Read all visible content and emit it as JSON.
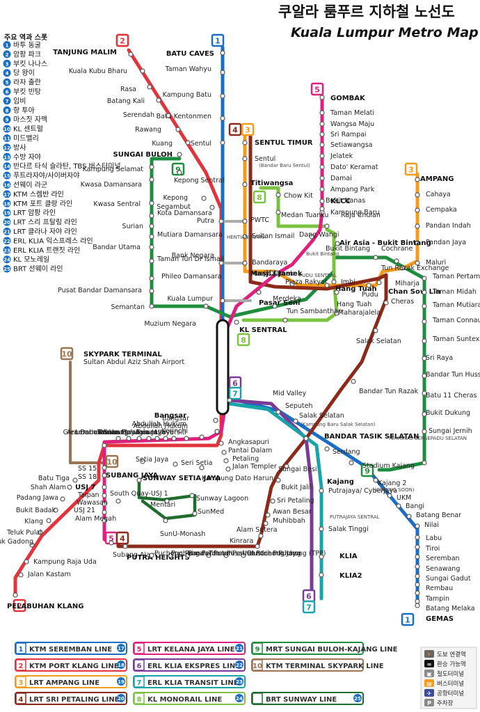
{
  "title_ko": "쿠알라 룸푸르 지하철 노선도",
  "title_en": "Kuala Lumpur Metro Map",
  "spots_title": "주요 역과 스폿",
  "spots": [
    {
      "n": "1",
      "c": "#1a6fc4",
      "t": "바투 동굴"
    },
    {
      "n": "2",
      "c": "#1a6fc4",
      "t": "암팡 파크"
    },
    {
      "n": "3",
      "c": "#1a6fc4",
      "t": "부킷 나나스"
    },
    {
      "n": "4",
      "c": "#1a6fc4",
      "t": "당 왕이"
    },
    {
      "n": "5",
      "c": "#1a6fc4",
      "t": "라자 출란"
    },
    {
      "n": "6",
      "c": "#1a6fc4",
      "t": "부킷 빈탕"
    },
    {
      "n": "7",
      "c": "#1a6fc4",
      "t": "임비"
    },
    {
      "n": "8",
      "c": "#1a6fc4",
      "t": "항 투아"
    },
    {
      "n": "9",
      "c": "#1a6fc4",
      "t": "마스짓 자멕"
    },
    {
      "n": "10",
      "c": "#1a6fc4",
      "t": "KL 센트럴"
    },
    {
      "n": "11",
      "c": "#1a6fc4",
      "t": "미드밸리"
    },
    {
      "n": "12",
      "c": "#1a6fc4",
      "t": "방사"
    },
    {
      "n": "13",
      "c": "#1a6fc4",
      "t": "수방 자야"
    },
    {
      "n": "14",
      "c": "#1a6fc4",
      "t": "반다르 타식 슬라탄, TBS 버스터미널"
    },
    {
      "n": "15",
      "c": "#1a6fc4",
      "t": "푸트라자야/사이버자야"
    },
    {
      "n": "16",
      "c": "#1a6fc4",
      "t": "선웨이 라군"
    },
    {
      "n": "17",
      "c": "#1a6fc4",
      "t": "KTM 스렘반 라인"
    },
    {
      "n": "18",
      "c": "#1a6fc4",
      "t": "KTM 포트 클랑 라인"
    },
    {
      "n": "19",
      "c": "#1a6fc4",
      "t": "LRT 암팡 라인"
    },
    {
      "n": "20",
      "c": "#1a6fc4",
      "t": "LRT 스리 프탈링 라인"
    },
    {
      "n": "21",
      "c": "#1a6fc4",
      "t": "LRT 클라나 자야 라인"
    },
    {
      "n": "22",
      "c": "#1a6fc4",
      "t": "ERL KLIA 익스프레스 라인"
    },
    {
      "n": "23",
      "c": "#1a6fc4",
      "t": "ERL KLIA 트랜짓 라인"
    },
    {
      "n": "24",
      "c": "#1a6fc4",
      "t": "KL 모노레일"
    },
    {
      "n": "25",
      "c": "#1a6fc4",
      "t": "BRT 선웨이 라인"
    }
  ],
  "lines": [
    {
      "n": "1",
      "c": "#1a6fc4",
      "name": "KTM SEREMBAN LINE",
      "ref": "17"
    },
    {
      "n": "2",
      "c": "#e2343c",
      "name": "KTM PORT KLANG LINE",
      "ref": "18"
    },
    {
      "n": "3",
      "c": "#f29b1d",
      "name": "LRT AMPANG LINE",
      "ref": "19"
    },
    {
      "n": "4",
      "c": "#8b2a1a",
      "name": "LRT SRI PETALING LINE",
      "ref": "20"
    },
    {
      "n": "5",
      "c": "#e0207e",
      "name": "LRT KELANA JAYA LINE",
      "ref": "21"
    },
    {
      "n": "6",
      "c": "#7a3b96",
      "name": "ERL KLIA EKSPRES LINE",
      "ref": "22"
    },
    {
      "n": "7",
      "c": "#1aa3a8",
      "name": "ERL KLIA TRANSIT LINE",
      "ref": "23"
    },
    {
      "n": "8",
      "c": "#7cc242",
      "name": "KL MONORAIL LINE",
      "ref": "24"
    },
    {
      "n": "9",
      "c": "#1e8e3e",
      "name": "MRT SUNGAI BULOH-KAJANG LINE",
      "ref": ""
    },
    {
      "n": "10",
      "c": "#9c7451",
      "name": "KTM TERMINAL SKYPARK LINE",
      "ref": ""
    },
    {
      "n": "",
      "c": "#1e6d2e",
      "name": "BRT SUNWAY LINE",
      "ref": "25"
    }
  ],
  "symbols": [
    {
      "icon": "walk-icon",
      "t": "도보 연결역"
    },
    {
      "icon": "interchange-icon",
      "t": "환승 가능역"
    },
    {
      "icon": "rail-terminal-icon",
      "t": "철도터미널"
    },
    {
      "icon": "bus-terminal-icon",
      "t": "버스터미널"
    },
    {
      "icon": "airport-icon",
      "t": "공항터미널"
    },
    {
      "icon": "parking-icon",
      "t": "주차장"
    }
  ],
  "stations": {
    "ktm1": [
      "BATU CAVES",
      "Taman Wahyu",
      "Kampung Batu",
      "Batu Kentonmen",
      "Sentul",
      "Putra",
      "Bank Negara",
      "Kuala Lumpur",
      "Mid Valley",
      "Seputeh",
      "Salak Selatan",
      "Serdang",
      "Kajang",
      "Kajang 2",
      "UKM",
      "Bangi",
      "Batang Benar",
      "Nilai",
      "Labu",
      "Tiroi",
      "Seremban",
      "Senawang",
      "Sungai Gadut",
      "Rembau",
      "Tampin",
      "Batang Melaka",
      "GEMAS"
    ],
    "ktm2": [
      "TANJUNG MALIM",
      "Kuala Kubu Bharu",
      "Rasa",
      "Batang Kali",
      "Serendah",
      "Rawang",
      "Kuang",
      "SUNGAI BULOH",
      "Kepong Sentral",
      "Kepong",
      "Segambut",
      "Bangsar",
      "Abdullah Hukum",
      "Angkasapuri",
      "Pantai Dalam",
      "Petaling",
      "Jalan Templer",
      "Kampung Dato Harun",
      "Seri Setia",
      "Setia Jaya",
      "SUBANG JAYA",
      "Batu Tiga",
      "Shah Alam",
      "Padang Jawa",
      "Bukit Badak",
      "Klang",
      "Teluk Pulai",
      "Teluk Gadong",
      "Kampung Raja Uda",
      "Jalan Kastam",
      "PELABUHAN KLANG"
    ],
    "lrt5": [
      "GOMBAK",
      "Taman Melati",
      "Wangsa Maju",
      "Sri Rampai",
      "Setiawangsa",
      "Jelatek",
      "Dato' Keramat",
      "Damai",
      "Ampang Park",
      "KLCC",
      "Kampung Baru",
      "Dang Wangi",
      "Masjid Jamek",
      "Pasar Seni",
      "KL SENTRAL",
      "Bangsar",
      "Abdullah Hukum",
      "Kerinchi",
      "Universiti",
      "Taman Jaya",
      "Asia Jaya",
      "Taman Paramount",
      "Taman Bahagia",
      "Kelana Jaya",
      "Lembah Subang",
      "Ara Damansara",
      "Glenmarie",
      "Subang Alam",
      "PUTRA HEIGHTS"
    ],
    "lrt3": [
      "SENTUL TIMUR",
      "Sentul",
      "Titiwangsa",
      "PWTC",
      "Sultan Ismail",
      "Bandaraya",
      "Masjid Jamek",
      "Plaza Rakyat",
      "Hang Tuah",
      "Pudu",
      "Chan Sow Lin",
      "Miharja",
      "Maluri",
      "Pandan Jaya",
      "Pandan Indah",
      "Cempaka",
      "Cahaya",
      "AMPANG"
    ],
    "lrt4": [
      "Cheras",
      "Salak Selatan",
      "Bandar Tun Razak",
      "BANDAR TASIK SELATAN",
      "Sungai Besi",
      "Bukit Jalil",
      "Sri Petaling",
      "Awan Besar",
      "Muhibbah",
      "Alam Sutera",
      "Kinrara",
      "IOI Puchong Jaya",
      "Pusat Bandar Puchong",
      "Taman Perindustrian Puchong (TPP)",
      "Bandar Puteri",
      "Puchong Perdana",
      "Puchong Prima"
    ],
    "mono8": [
      "Titiwangsa",
      "Chow Kit",
      "Medan Tuanku",
      "Bukit Nanas",
      "Raja Chulan",
      "Bukit Bintang",
      "Imbi",
      "Hang Tuah",
      "Maharajalela",
      "Tun Sambanthan",
      "KL SENTRAL"
    ],
    "mrt9": [
      "Kampung Selamat",
      "Kwasa Damansara",
      "Kwasa Sentral",
      "Kota Damansara",
      "Surian",
      "Mutiara Damansara",
      "Bandar Utama",
      "Taman Tun Dr Ismail",
      "Phileo Damansara",
      "Pusat Bandar Damansara",
      "Semantan",
      "Muzium Negara",
      "Pasar Seni",
      "Merdeka",
      "Bukit Bintang",
      "Tun Razak Exchange",
      "Cochrane",
      "Maluri",
      "Taman Pertama",
      "Taman Midah",
      "Taman Mutiara",
      "Taman Connaught",
      "Taman Suntex",
      "Sri Raya",
      "Bandar Tun Hussein Onn",
      "Batu 11 Cheras",
      "Bukit Dukung",
      "Sungai Jernih",
      "Stadium Kajang"
    ],
    "erl": [
      "Putrajaya/ Cyberjaya",
      "Salak Tinggi",
      "KLIA",
      "KLIA2"
    ],
    "brt": [
      "SUNWAY SETIA JAYA",
      "Mentari",
      "Sunway Lagoon",
      "SunMed",
      "SunU-Monash",
      "USJ 7",
      "Taipan",
      "Wawasan",
      "USJ 21",
      "Alam Megah",
      "South Quay-USJ 1",
      "SS 15",
      "SS 18"
    ],
    "misc": [
      "SKYPARK TERMINAL",
      "Sultan Abdul Aziz Shah Airport",
      "HENTIAN PUTRA",
      "PUDU SENTRAL",
      "TERMINAL BERSEPADU SELATAN",
      "PUTRAJAYA SENTRAL",
      "(COMING SOON)",
      "(Bandar Baru Sentul)",
      "(Kampung Baru Salak Selatan)",
      "Air Asia - Bukit Bintang",
      "Bukit Bintang"
    ]
  }
}
